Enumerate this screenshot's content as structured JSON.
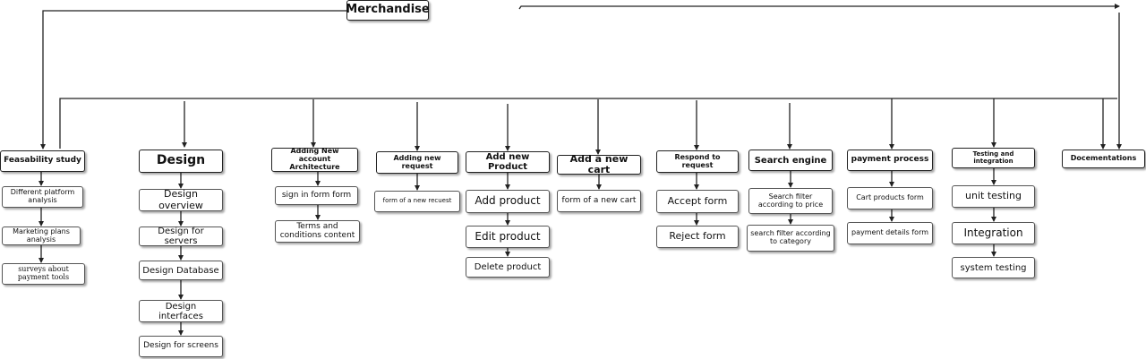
{
  "diagram": {
    "root": "Merchandise",
    "branches": [
      {
        "id": "feasibility",
        "title": "Feasability study",
        "children": [
          "Different platform analysis",
          "Marketing plans analysis",
          "surveys about payment tools"
        ]
      },
      {
        "id": "design",
        "title": "Design",
        "children": [
          "Design overview",
          "Design for servers",
          "Design Database",
          "Design interfaces",
          "Design for screens"
        ]
      },
      {
        "id": "adding-account",
        "title": "Adding New account Architecture",
        "children": [
          "sign in form form",
          "Terms and conditions content"
        ]
      },
      {
        "id": "adding-request",
        "title": "Adding new request",
        "children": [
          "form of a new recuest"
        ]
      },
      {
        "id": "add-product",
        "title": "Add new Product",
        "children": [
          "Add product",
          "Edit product",
          "Delete product"
        ]
      },
      {
        "id": "add-cart",
        "title": "Add a new cart",
        "children": [
          "form of a new cart"
        ]
      },
      {
        "id": "respond-request",
        "title": "Respond to request",
        "children": [
          "Accept form",
          "Reject form"
        ]
      },
      {
        "id": "search-engine",
        "title": "Search engine",
        "children": [
          "Search filter according to price",
          "search filter according to category"
        ]
      },
      {
        "id": "payment-process",
        "title": "payment process",
        "children": [
          "Cart products form",
          "payment details form"
        ]
      },
      {
        "id": "testing",
        "title": "Testing and integration",
        "children": [
          "unit testing",
          "Integration",
          "system testing"
        ]
      },
      {
        "id": "documentations",
        "title": "Docementations",
        "children": []
      }
    ]
  }
}
